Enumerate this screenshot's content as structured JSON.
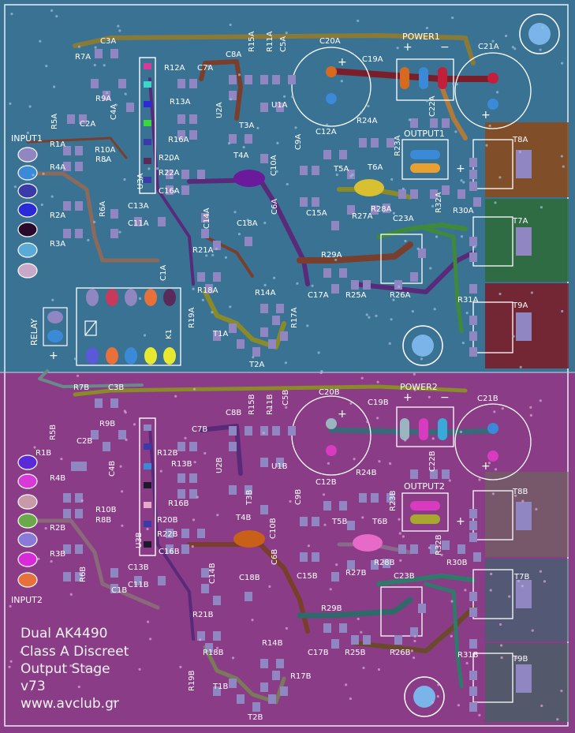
{
  "board": {
    "title_lines": [
      "Dual AK4490",
      "Class A Discreet",
      "Output Stage",
      "v73",
      "www.avclub.gr"
    ],
    "colors": {
      "top_board": "#3a7294",
      "bottom_board": "#8a3c86",
      "outline": "#ffffff",
      "pad": "#8f86c2",
      "trace_brown": "#7a3f2c",
      "trace_green": "#3f8a3a",
      "trace_purple": "#5a2a7a",
      "trace_olive": "#8a8a28",
      "heatsink_brown": "#8a4a1e",
      "heatsink_green": "#2f6a3a",
      "heatsink_red": "#7a1f2a"
    }
  },
  "connectors": {
    "input1": "INPUT1",
    "input2": "INPUT2",
    "power1": "POWER1",
    "power2": "POWER2",
    "output1": "OUTPUT1",
    "output2": "OUTPUT2",
    "relay": "RELAY",
    "relay_ref": "K1"
  },
  "symbols": {
    "plus": "+",
    "minus": "−"
  },
  "labels_a": [
    "C3A",
    "R7A",
    "R12A",
    "C7A",
    "C8A",
    "R15A",
    "R11A",
    "C5A",
    "C20A",
    "C19A",
    "C21A",
    "R9A",
    "C4A",
    "R5A",
    "C2A",
    "R13A",
    "U2A",
    "U1A",
    "T3A",
    "C9A",
    "C12A",
    "R24A",
    "C22A",
    "R23A",
    "R10A",
    "R8A",
    "R1A",
    "R4A",
    "R16A",
    "T4A",
    "C10A",
    "T5A",
    "T6A",
    "T8A",
    "R20A",
    "R22A",
    "C16A",
    "U3A",
    "C6A",
    "C15A",
    "R28A",
    "R32A",
    "C23A",
    "R30A",
    "R2A",
    "R6A",
    "C13A",
    "C11A",
    "C14A",
    "C18A",
    "R27A",
    "T7A",
    "R3A",
    "R21A",
    "R29A",
    "C1A",
    "C17A",
    "R25A",
    "R26A",
    "R18A",
    "R14A",
    "R31A",
    "T9A",
    "R19A",
    "R17A",
    "T1A",
    "T2A"
  ],
  "labels_b": [
    "R7B",
    "C3B",
    "R15B",
    "R11B",
    "C5B",
    "C20B",
    "C19B",
    "C21B",
    "R9B",
    "C8B",
    "R5B",
    "C2B",
    "C7B",
    "R12B",
    "U1B",
    "C22B",
    "R1B",
    "R13B",
    "U2B",
    "C4B",
    "R4B",
    "R10B",
    "R8B",
    "R16B",
    "T3B",
    "C9B",
    "C12B",
    "R24B",
    "R23B",
    "T8B",
    "T4B",
    "R2B",
    "R20B",
    "R22B",
    "T5B",
    "T6B",
    "C10B",
    "R32B",
    "R30B",
    "R3B",
    "U3B",
    "C16B",
    "C6B",
    "C15B",
    "C13B",
    "R6B",
    "C14B",
    "R28B",
    "C23B",
    "C1B",
    "C11B",
    "C18B",
    "R27B",
    "T7B",
    "R21B",
    "R29B",
    "R14B",
    "C17B",
    "R25B",
    "R26B",
    "R31B",
    "T9B",
    "R18B",
    "R17B",
    "R19B",
    "T1B",
    "T2B"
  ]
}
